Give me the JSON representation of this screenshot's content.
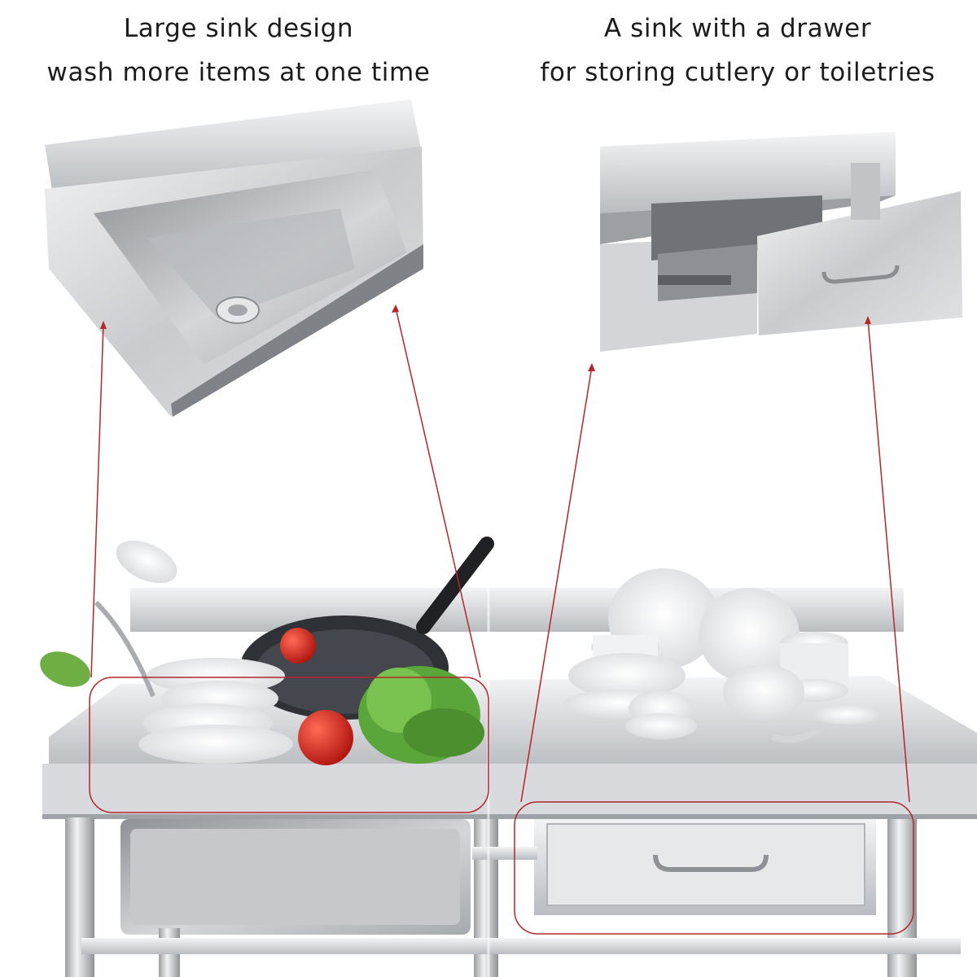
{
  "left_caption": {
    "line1": "Large sink design",
    "line2": "wash more items at one time"
  },
  "right_caption": {
    "line1": "A sink with a drawer",
    "line2": "for storing cutlery or toiletries"
  },
  "colors": {
    "steel_light": "#e6e7e9",
    "steel_mid": "#c3c5c8",
    "steel_dark": "#8d9094",
    "callout": "#b3262a",
    "tomato": "#d8271f",
    "lettuce": "#5aa63a",
    "pan": "#2e3136"
  }
}
